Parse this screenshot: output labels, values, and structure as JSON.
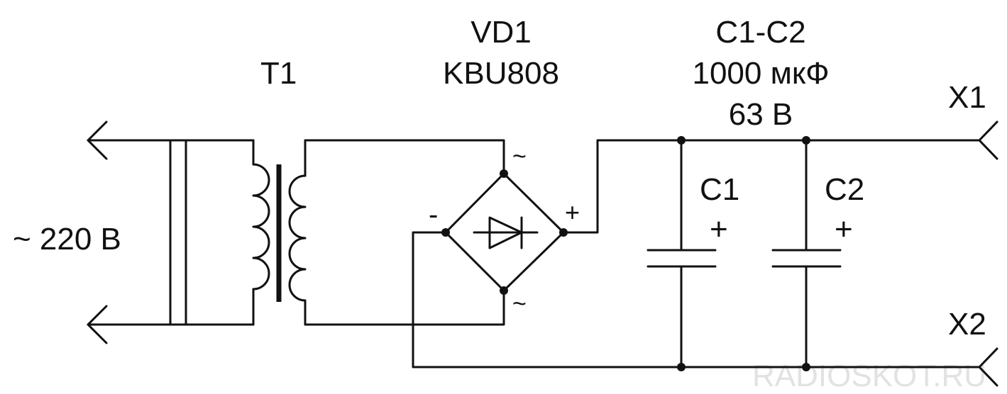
{
  "labels": {
    "input_voltage": "~ 220 В",
    "transformer": "T1",
    "bridge_ref": "VD1",
    "bridge_part": "KBU808",
    "caps_ref": "C1-C2",
    "caps_value": "1000 мкФ",
    "caps_voltage": "63 В",
    "cap1": "C1",
    "cap2": "C2",
    "cap1_polarity": "+",
    "cap2_polarity": "+",
    "bridge_plus": "+",
    "bridge_minus": "-",
    "bridge_ac_top": "~",
    "bridge_ac_bottom": "~",
    "out_pos": "X1",
    "out_neg": "X2"
  },
  "watermark": "RADIOSKOT.RU",
  "colors": {
    "ink": "#111111",
    "watermark": "#e2e2e2",
    "background": "#ffffff"
  }
}
